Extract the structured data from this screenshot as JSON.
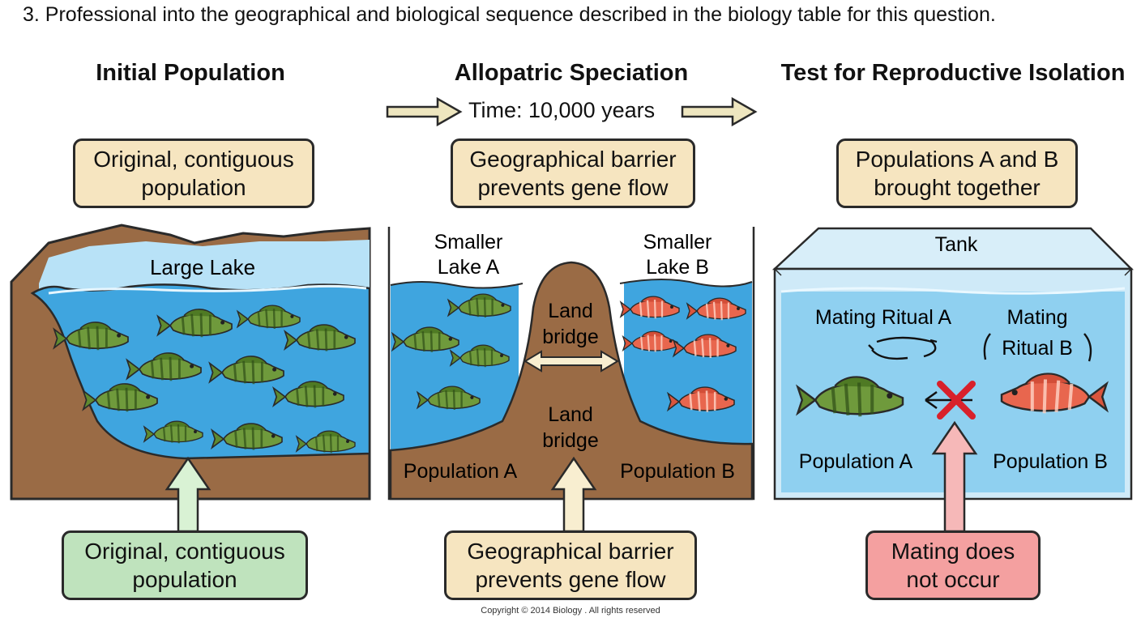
{
  "question": "3. Professional into the geographical and biological sequence described  in the biology table for this question.",
  "panels": {
    "initial": {
      "title": "Initial Population",
      "top_box": "Original, contiguous\npopulation",
      "lake_label": "Large Lake",
      "bottom_box": "Original, contiguous\npopulation"
    },
    "allopatric": {
      "title": "Allopatric Speciation",
      "time_label": "Time: 10,000 years",
      "top_box": "Geographical barrier\nprevents gene flow",
      "lake_a": "Smaller\nLake A",
      "lake_b": "Smaller\nLake B",
      "bridge_upper": "Land\nbridge",
      "bridge_lower": "Land\nbridge",
      "pop_a": "Population A",
      "pop_b": "Population B",
      "bottom_box": "Geographical barrier\nprevents gene flow"
    },
    "test": {
      "title": "Test for Reproductive Isolation",
      "top_box": "Populations A and B\nbrought together",
      "tank_label": "Tank",
      "ritual_a": "Mating Ritual A",
      "ritual_b_line1": "Mating",
      "ritual_b_line2": "Ritual B",
      "pop_a": "Population A",
      "pop_b": "Population B",
      "bottom_box": "Mating does\nnot occur"
    }
  },
  "copyright": "Copyright © 2014 Biology . All rights reserved",
  "colors": {
    "beige_box": "#f6e5c0",
    "green_box": "#bfe3bd",
    "red_box": "#f4a0a0",
    "earth": "#9a6b45",
    "water": "#3fa5df",
    "sky": "#b8e2f7",
    "green_fish": "#6f9a3c",
    "red_fish": "#e8664e",
    "cross": "#d8212b"
  }
}
